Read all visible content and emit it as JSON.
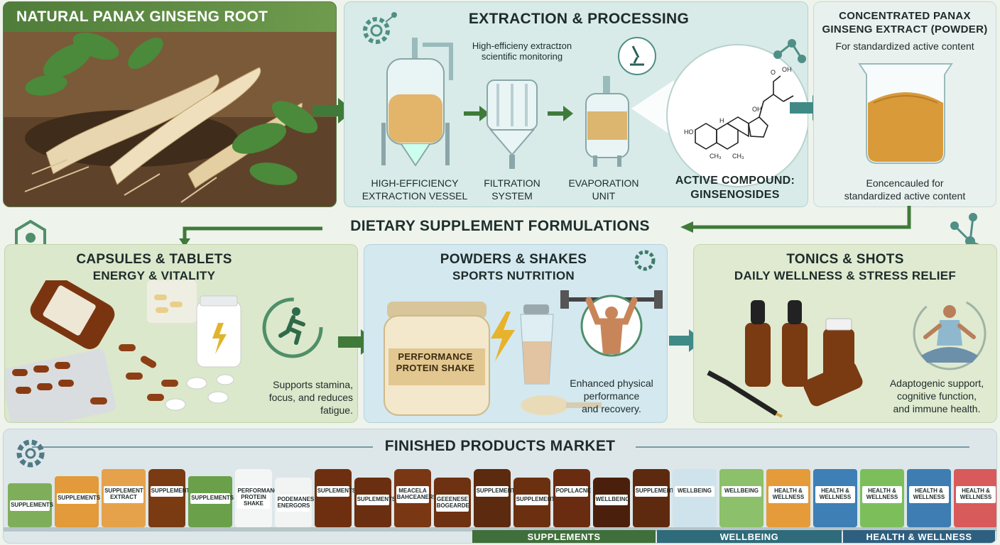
{
  "top": {
    "root_title": "NATURAL PANAX GINSENG ROOT",
    "extraction_title": "EXTRACTION & PROCESSING",
    "monitoring_note": [
      "High-efficieny extractɪon",
      "scientific monitoring"
    ],
    "equipment": [
      {
        "line1": "HIGH-EFFICIENCY",
        "line2": "EXTRACTION VESSEL"
      },
      {
        "line1": "FILTRATION",
        "line2": "SYSTEM"
      },
      {
        "line1": "EVAPORATION",
        "line2": "UNIT"
      }
    ],
    "compound_line1": "ACTIVE COMPOUND:",
    "compound_line2": "GINSENOSIDES",
    "molecule_labels": {
      "o": "O",
      "oh": "OH",
      "ho": "HO",
      "h": "H",
      "ch3": "CH₃"
    },
    "powder_title": [
      "CONCENTRATED PANAX",
      "GINSENG EXTRACT (POWDER)"
    ],
    "powder_subtitle": "For standardized active content",
    "powder_caption": [
      "Eoncencauled for",
      "standardized active content"
    ]
  },
  "formulations_title": "DIETARY SUPPLEMENT FORMULATIONS",
  "capsules": {
    "title": "CAPSULES & TABLETS",
    "subtitle": "ENERGY & VITALITY",
    "description": [
      "Supports stamina,",
      "focus, and reduces",
      "fatigue."
    ]
  },
  "powders": {
    "title": "POWDERS & SHAKES",
    "subtitle": "SPORTS NUTRITION",
    "tub_label": [
      "PERFORMANCE",
      "PROTEIN SHAKE"
    ],
    "description": [
      "Enhanced physical",
      "performance",
      "and recovery."
    ]
  },
  "tonics": {
    "title": "TONICS & SHOTS",
    "subtitle": "DAILY WELLNESS & STRESS RELIEF",
    "description": [
      "Adaptogenic support,",
      "cognitive function,",
      "and immune health."
    ]
  },
  "market": {
    "title": "FINISHED PRODUCTS MARKET",
    "products": [
      {
        "label": "SUPPLEMENTS",
        "style": "box",
        "color": "#7fae5a"
      },
      {
        "label": "SUPPLEMENTS",
        "style": "box",
        "color": "#e29a3a"
      },
      {
        "label": "SUPPLEMENT EXTRACT",
        "style": "box",
        "color": "#e6a24a"
      },
      {
        "label": "SUPPLEMENTS",
        "style": "jar",
        "color": "#7a3a12"
      },
      {
        "label": "SUPPLEMENTS",
        "style": "box",
        "color": "#6aa04a"
      },
      {
        "label": "PERFORMANCE PROTEIN SHAKE",
        "style": "jar",
        "color": "#f4f6f6"
      },
      {
        "label": "PODEMANES ENERGORS",
        "style": "jar",
        "color": "#f2f4f4"
      },
      {
        "label": "SUPLEMENTS",
        "style": "jar",
        "color": "#6e2f10"
      },
      {
        "label": "SUPLEMENTS",
        "style": "jar",
        "color": "#6a2e10"
      },
      {
        "label": "MEACELA BAHCEANERS",
        "style": "jar",
        "color": "#7a3714"
      },
      {
        "label": "GEEENESE BOGEARDE",
        "style": "jar",
        "color": "#6e3111"
      },
      {
        "label": "SUPPLEMENTS",
        "style": "jar",
        "color": "#5b2a0f"
      },
      {
        "label": "SUPPLEMENTS",
        "style": "jar",
        "color": "#6b3010"
      },
      {
        "label": "POPLLACNE",
        "style": "jar",
        "color": "#6a2c10"
      },
      {
        "label": "WELLBEING",
        "style": "jar",
        "color": "#4a200c"
      },
      {
        "label": "SUPPLEMENTS",
        "style": "jar",
        "color": "#5e2a0f"
      },
      {
        "label": "WELLBEING",
        "style": "box",
        "color": "#cfe3ec"
      },
      {
        "label": "WELLBEING",
        "style": "box",
        "color": "#8cc06a"
      },
      {
        "label": "HEALTH & WELLNESS",
        "style": "box",
        "color": "#e59b3a"
      },
      {
        "label": "HEALTH & WELLNESS",
        "style": "box",
        "color": "#3e7fb5"
      },
      {
        "label": "HEALTH & WELLNESS",
        "style": "box",
        "color": "#7cbf5a"
      },
      {
        "label": "HEALTH & WELLNESS",
        "style": "box",
        "color": "#3d7db2"
      },
      {
        "label": "HEALTH & WELLNESS",
        "style": "box",
        "color": "#d95a5a"
      }
    ],
    "shelf_tags": [
      {
        "label": "SUPPLEMENTS",
        "color": "#3f6f3a"
      },
      {
        "label": "WELLBEING",
        "color": "#2f6b7a"
      },
      {
        "label": "HEALTH & WELLNESS",
        "color": "#2e5f7f"
      }
    ]
  },
  "colors": {
    "green_accent": "#4f7d3a",
    "teal_accent": "#3f8a86",
    "arrow_green": "#3f7a3a"
  }
}
